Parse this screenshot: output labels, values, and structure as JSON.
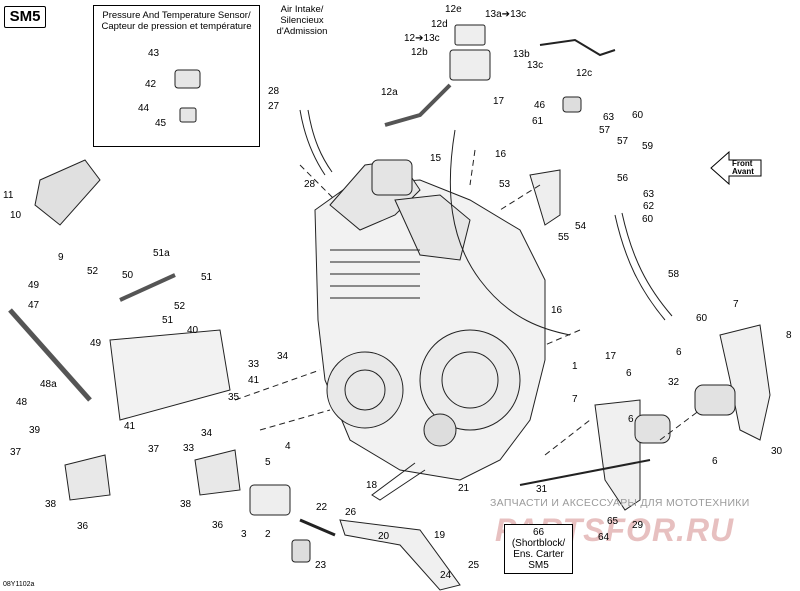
{
  "header": {
    "model": "SM5"
  },
  "sensor_box": {
    "title_en": "Pressure And Temperature Sensor/",
    "title_fr": "Capteur de pression et température"
  },
  "air_intake": {
    "line1": "Air Intake/",
    "line2": "Silencieux",
    "line3": "d'Admission"
  },
  "shortblock": {
    "number": "66",
    "line1": "(Shortblock/",
    "line2": "Ens. Carter",
    "line3": "SM5"
  },
  "front": {
    "line1": "Front",
    "line2": "Avant"
  },
  "diagram_code": "08Y1102a",
  "watermark": {
    "caption": "ЗАПЧАСТИ И АКСЕССУАРЫ ДЛЯ МОТОТЕХНИКИ",
    "logo": "PARTSFOR.RU"
  },
  "callouts": [
    "12e",
    "12d",
    "13a➔13c",
    "12➔13c",
    "12b",
    "13b",
    "13c",
    "12c",
    "12a",
    "17",
    "46",
    "63",
    "60",
    "61",
    "57",
    "59",
    "57",
    "56",
    "63",
    "62",
    "60",
    "53",
    "55",
    "54",
    "15",
    "16",
    "58",
    "60",
    "7",
    "8",
    "6",
    "6",
    "30",
    "32",
    "7",
    "6",
    "6",
    "65",
    "64",
    "29",
    "66",
    "1",
    "16",
    "17",
    "31",
    "28",
    "27",
    "28",
    "43",
    "42",
    "44",
    "45",
    "11",
    "10",
    "9",
    "51a",
    "52",
    "50",
    "51",
    "52",
    "51",
    "49",
    "47",
    "40",
    "49",
    "48a",
    "48",
    "39",
    "35",
    "33",
    "34",
    "41",
    "33",
    "34",
    "41",
    "37",
    "36",
    "38",
    "37",
    "36",
    "38",
    "3",
    "2",
    "4",
    "5",
    "18",
    "21",
    "26",
    "20",
    "19",
    "22",
    "23",
    "24",
    "25"
  ]
}
